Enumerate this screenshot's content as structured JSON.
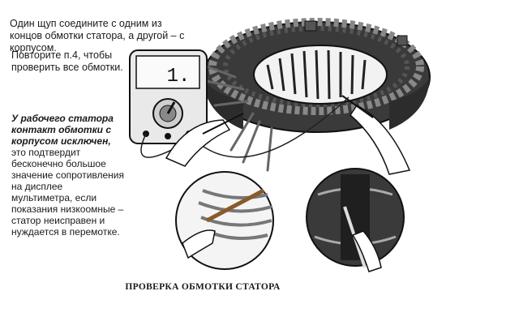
{
  "instructions": {
    "step_text": "Один щуп соедините с одним из концов обмотки статора, а другой – с корпусом.",
    "repeat_text": "Повторите п.4, чтобы проверить все обмотки."
  },
  "note": {
    "bold_text": "У рабочего статора контакт обмотки с корпусом исключен,",
    "body_text": "это подтвердит бесконечно большое значение сопротивления на дисплее мультиметра, если показания низкоомные – статор неисправен и нуждается в перемотке."
  },
  "multimeter": {
    "display": "1."
  },
  "caption": "ПРОВЕРКА ОБМОТКИ СТАТОРА"
}
